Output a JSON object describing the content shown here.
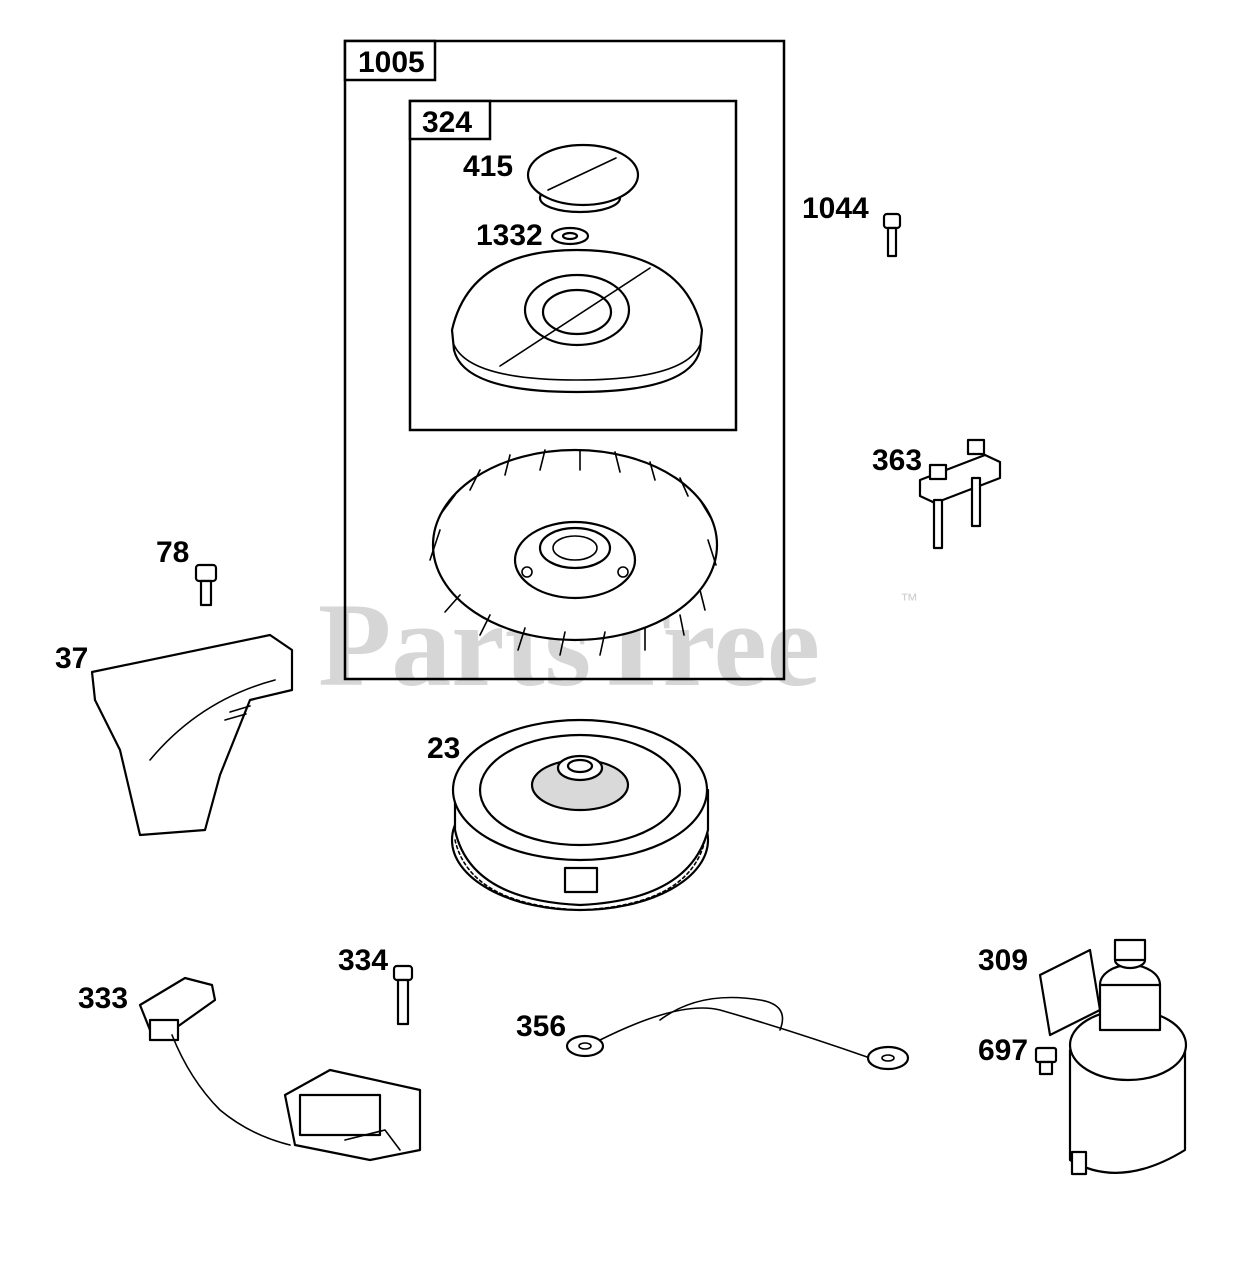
{
  "watermark": {
    "text": "PartsTree",
    "trademark": "™"
  },
  "callouts": {
    "kit_1005": "1005",
    "kit_324": "324",
    "p415": "415",
    "p1332": "1332",
    "p1044": "1044",
    "p363": "363",
    "p78": "78",
    "p37": "37",
    "p23": "23",
    "p334": "334",
    "p333": "333",
    "p356": "356",
    "p309": "309",
    "p697": "697"
  }
}
